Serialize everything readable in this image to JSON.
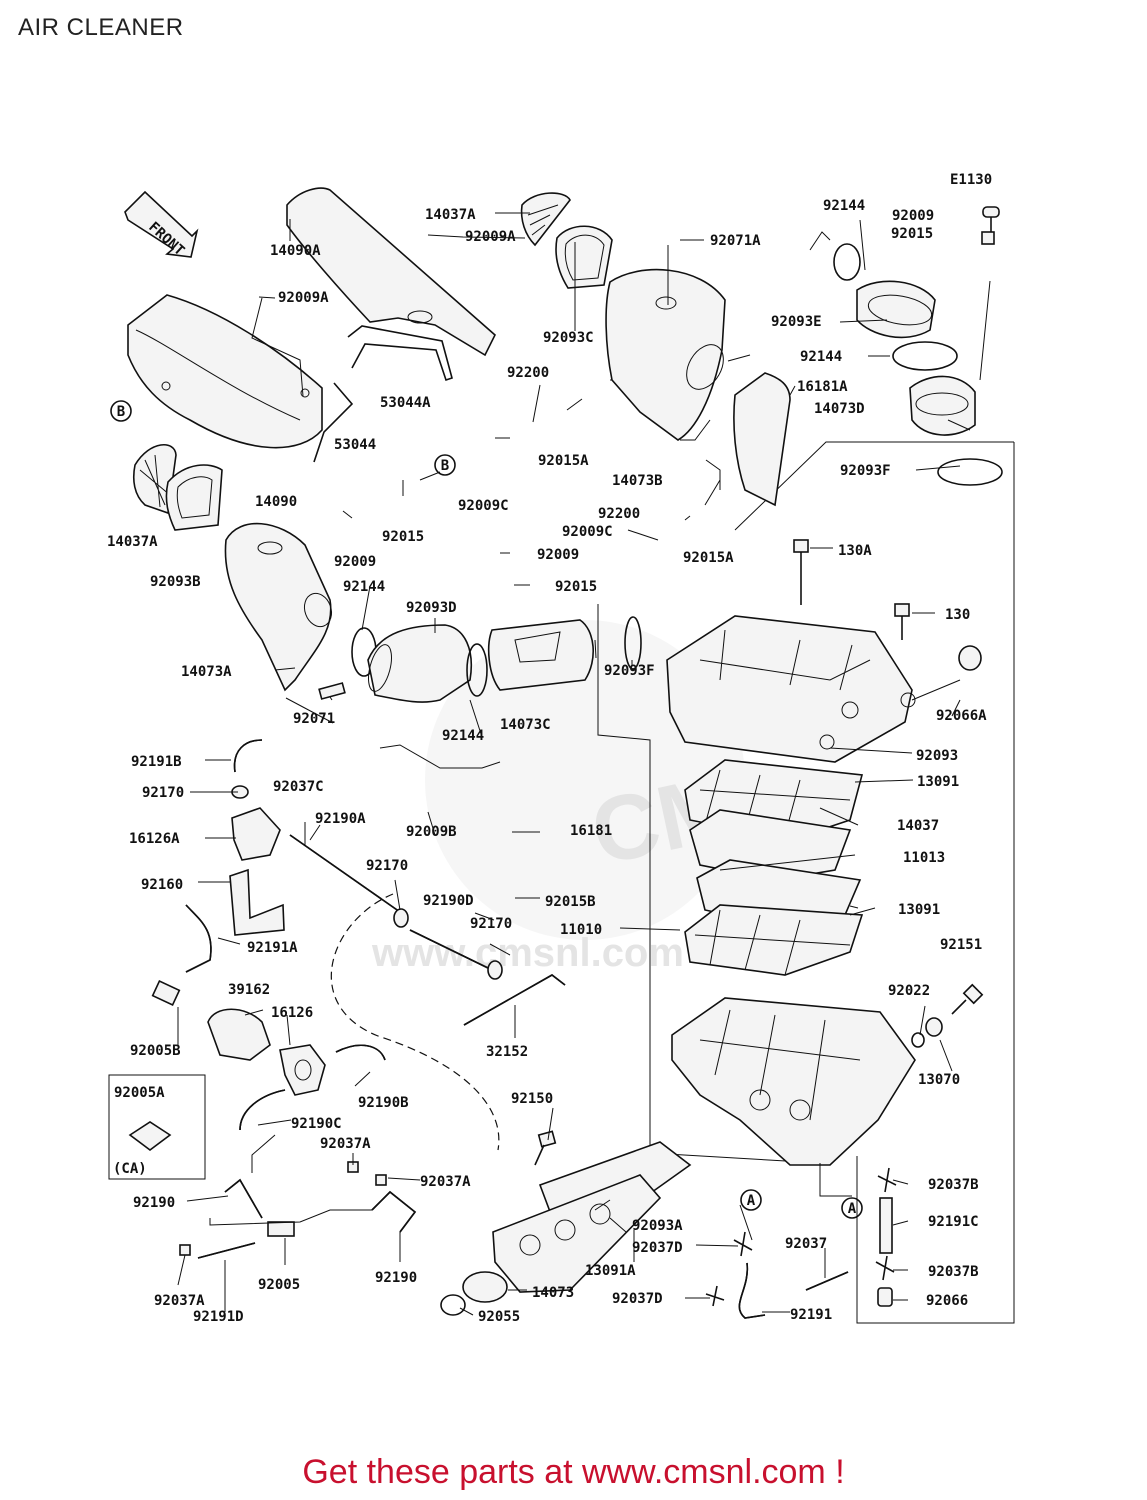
{
  "title": "AIR CLEANER",
  "diagram_code": "E1130",
  "front_label": "FRONT",
  "watermark": {
    "brand": "CMS",
    "url": "www.cmsnl.com"
  },
  "part_labels": [
    "14037A",
    "92071A",
    "92144",
    "92009",
    "92009A",
    "14090A",
    "92015",
    "92009A",
    "92093C",
    "92093E",
    "92144",
    "53044A",
    "92200",
    "16181A",
    "14073D",
    "53044",
    "92015A",
    "14090",
    "92093F",
    "92009C",
    "14073B",
    "92015",
    "92200",
    "92009C",
    "92015A",
    "14037A",
    "92009",
    "92009",
    "130A",
    "92093B",
    "92015",
    "92144",
    "92093D",
    "130",
    "14073A",
    "92093F",
    "92066A",
    "92071",
    "92144",
    "14073C",
    "92093",
    "92191B",
    "13091",
    "92037C",
    "92170",
    "16181",
    "92190A",
    "92009B",
    "14037",
    "16126A",
    "11013",
    "92170",
    "92015B",
    "92160",
    "92190D",
    "11010",
    "13091",
    "92170",
    "92191A",
    "92151",
    "39162",
    "92022",
    "16126",
    "32152",
    "92005B",
    "13070",
    "92005A",
    "92190B",
    "92150",
    "92190C",
    "(CA)",
    "92037A",
    "92037A",
    "92037B",
    "92093A",
    "92190",
    "92037D",
    "92191C",
    "92037",
    "92005",
    "13091A",
    "92190",
    "92037B",
    "14073",
    "92037A",
    "92037D",
    "92066",
    "92191D",
    "92055",
    "92191"
  ],
  "callouts": [
    "B",
    "B",
    "A",
    "A"
  ],
  "footer": "Get these parts at www.cmsnl.com !"
}
